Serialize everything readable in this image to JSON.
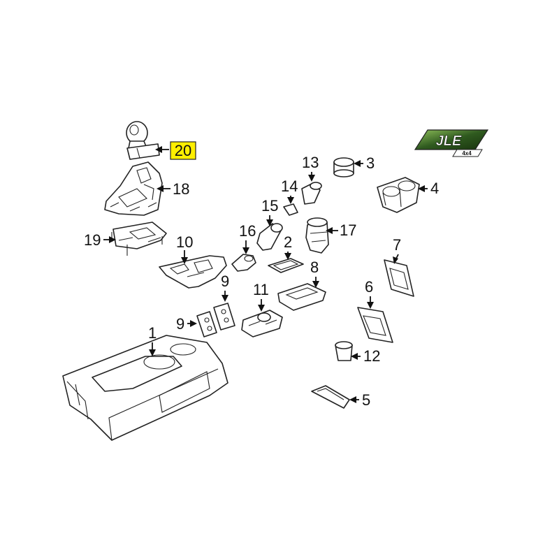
{
  "callouts": {
    "c1": "1",
    "c2": "2",
    "c3": "3",
    "c4": "4",
    "c5": "5",
    "c6": "6",
    "c7": "7",
    "c8": "8",
    "c9a": "9",
    "c9b": "9",
    "c10": "10",
    "c11": "11",
    "c12": "12",
    "c13": "13",
    "c14": "14",
    "c15": "15",
    "c16": "16",
    "c17": "17",
    "c18": "18",
    "c19": "19",
    "c20": "20"
  },
  "highlight": {
    "callout": "20",
    "color": "#ffef00"
  },
  "logo": {
    "text": "JLE",
    "sub": "4x4",
    "color": "#2f5a1f"
  }
}
